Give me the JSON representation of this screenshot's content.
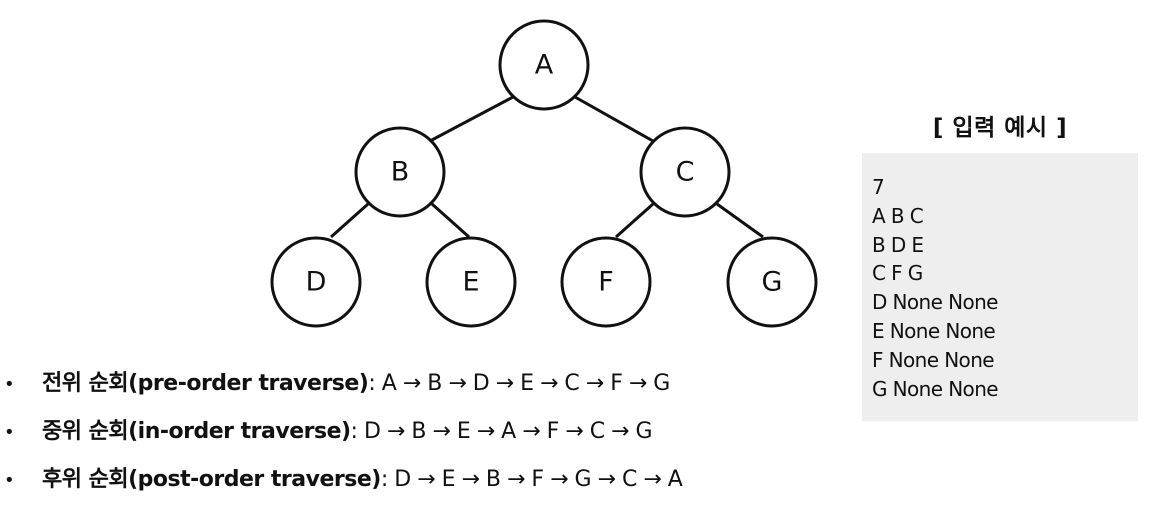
{
  "tree": {
    "nodes": [
      {
        "id": "A",
        "label": "A"
      },
      {
        "id": "B",
        "label": "B"
      },
      {
        "id": "C",
        "label": "C"
      },
      {
        "id": "D",
        "label": "D"
      },
      {
        "id": "E",
        "label": "E"
      },
      {
        "id": "F",
        "label": "F"
      },
      {
        "id": "G",
        "label": "G"
      }
    ],
    "edges": [
      [
        "A",
        "B"
      ],
      [
        "A",
        "C"
      ],
      [
        "B",
        "D"
      ],
      [
        "B",
        "E"
      ],
      [
        "C",
        "F"
      ],
      [
        "C",
        "G"
      ]
    ]
  },
  "input_example": {
    "title": "[ 입력 예시 ]",
    "lines": [
      "7",
      "A B C",
      "B D E",
      "C F G",
      "D None None",
      "E None None",
      "F None None",
      "G None None"
    ]
  },
  "traversals": [
    {
      "bullet": "•",
      "label": "전위 순회(pre-order traverse)",
      "sequence": ": A → B → D → E → C → F → G"
    },
    {
      "bullet": "•",
      "label": "중위 순회(in-order traverse)",
      "sequence": ": D → B → E → A → F → C → G"
    },
    {
      "bullet": "•",
      "label": "후위 순회(post-order traverse)",
      "sequence": ": D → E → B → F → G → C → A"
    }
  ]
}
